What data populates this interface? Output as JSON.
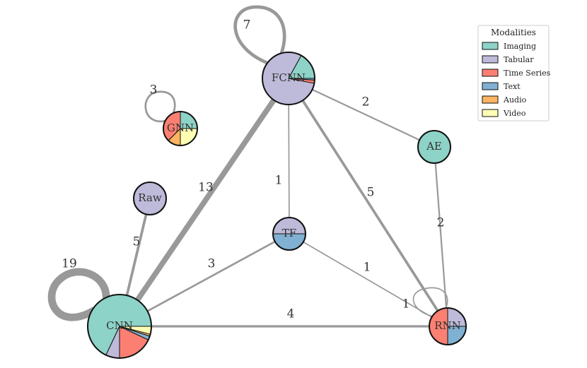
{
  "legend": {
    "title": "Modalities",
    "items": [
      {
        "label": "Imaging",
        "color": "#8dd3c7"
      },
      {
        "label": "Tabular",
        "color": "#bebada"
      },
      {
        "label": "Time Series",
        "color": "#fb8072"
      },
      {
        "label": "Text",
        "color": "#80b1d3"
      },
      {
        "label": "Audio",
        "color": "#fdb462"
      },
      {
        "label": "Video",
        "color": "#ffffb3"
      }
    ]
  },
  "nodes": [
    {
      "id": "FCNN",
      "label": "FCNN",
      "slices": [
        0.17,
        0.8,
        0.02,
        0.01,
        0,
        0
      ]
    },
    {
      "id": "GNN",
      "label": "GNN",
      "slices": [
        0.25,
        0,
        0.375,
        0,
        0.125,
        0.25
      ]
    },
    {
      "id": "AE",
      "label": "AE",
      "slices": [
        1,
        0,
        0,
        0,
        0,
        0
      ]
    },
    {
      "id": "Raw",
      "label": "Raw",
      "slices": [
        0,
        1,
        0,
        0,
        0,
        0
      ]
    },
    {
      "id": "TF",
      "label": "TF",
      "slices": [
        0,
        0.5,
        0,
        0.5,
        0,
        0
      ]
    },
    {
      "id": "CNN",
      "label": "CNN",
      "slices": [
        0.68,
        0.07,
        0.18,
        0.02,
        0.01,
        0.04
      ]
    },
    {
      "id": "RNN",
      "label": "RNN",
      "slices": [
        0,
        0.25,
        0.5,
        0.25,
        0,
        0
      ]
    }
  ],
  "edges": [
    {
      "source": "FCNN",
      "target": "AE",
      "weight": 2,
      "label": "2"
    },
    {
      "source": "FCNN",
      "target": "TF",
      "weight": 1,
      "label": "1"
    },
    {
      "source": "FCNN",
      "target": "CNN",
      "weight": 13,
      "label": "13"
    },
    {
      "source": "FCNN",
      "target": "RNN",
      "weight": 5,
      "label": "5"
    },
    {
      "source": "AE",
      "target": "RNN",
      "weight": 2,
      "label": "2"
    },
    {
      "source": "Raw",
      "target": "CNN",
      "weight": 5,
      "label": "5"
    },
    {
      "source": "TF",
      "target": "CNN",
      "weight": 3,
      "label": "3"
    },
    {
      "source": "TF",
      "target": "RNN",
      "weight": 1,
      "label": "1"
    },
    {
      "source": "CNN",
      "target": "RNN",
      "weight": 4,
      "label": "4"
    }
  ],
  "self_loops": [
    {
      "node": "FCNN",
      "weight": 7,
      "label": "7"
    },
    {
      "node": "GNN",
      "weight": 3,
      "label": "3"
    },
    {
      "node": "CNN",
      "weight": 19,
      "label": "19"
    },
    {
      "node": "RNN",
      "weight": 1,
      "label": "1"
    }
  ],
  "edge_color": "#999999",
  "node_stroke": "#111111"
}
